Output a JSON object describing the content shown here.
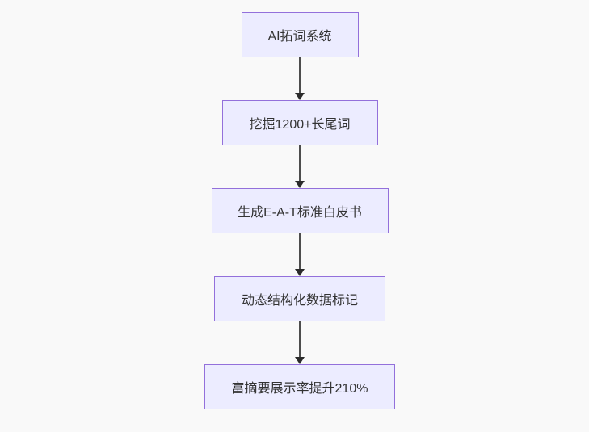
{
  "diagram": {
    "type": "flowchart",
    "direction": "top-down",
    "nodes": [
      {
        "id": "node-1",
        "label": "AI拓词系统"
      },
      {
        "id": "node-2",
        "label": "挖掘1200+长尾词"
      },
      {
        "id": "node-3",
        "label": "生成E-A-T标准白皮书"
      },
      {
        "id": "node-4",
        "label": "动态结构化数据标记"
      },
      {
        "id": "node-5",
        "label": "富摘要展示率提升210%"
      }
    ],
    "edges": [
      {
        "from": "node-1",
        "to": "node-2",
        "label": ""
      },
      {
        "from": "node-2",
        "to": "node-3",
        "label": ""
      },
      {
        "from": "node-3",
        "to": "node-4",
        "label": ""
      },
      {
        "from": "node-4",
        "to": "node-5",
        "label": ""
      }
    ],
    "colors": {
      "background": "#f9f9f9",
      "node_fill": "#ECECFF",
      "node_border": "#9370DB",
      "node_text": "#333333",
      "edge_line": "#4d4d4d",
      "arrowhead": "#2b2b2b"
    }
  }
}
